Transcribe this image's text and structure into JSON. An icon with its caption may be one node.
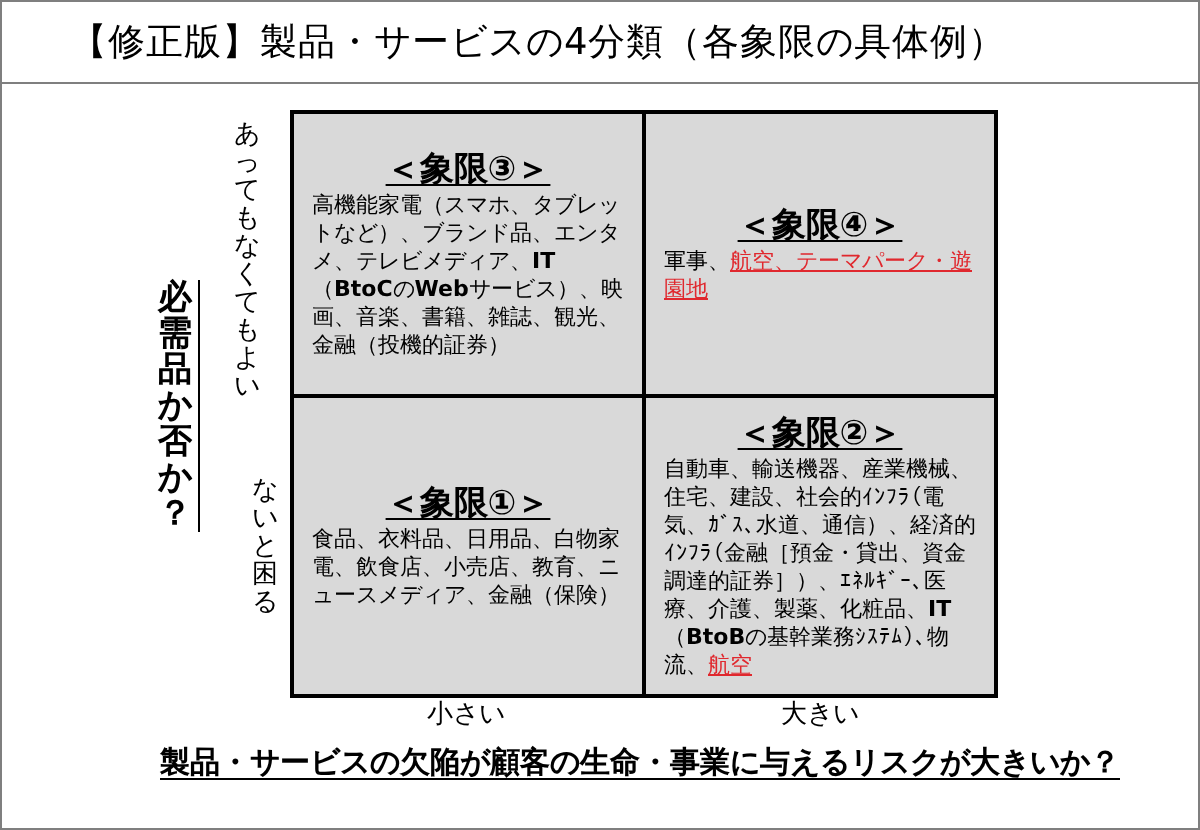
{
  "diagram": {
    "title": "【修正版】製品・サービスの4分類（各象限の具体例）",
    "nodes": [
      {
        "text": [
          "＜象限③＞",
          "高機能家電（スマホ、タブレットなど）、ブランド品、エンタメ、テレビメディア、**IT**（**BtoC**の**Web**サービス）、映画、音楽、書籍、雑誌、観光、金融（投機的証券）"
        ]
      },
      {
        "text": [
          "＜象限④＞",
          "軍事、*航空、テーマパーク・遊園地*"
        ]
      },
      {
        "text": [
          "＜象限①＞",
          "食品、衣料品、日用品、白物家電、飲食店、小売店、教育、ニュースメディア、金融（保険）"
        ]
      },
      {
        "text": [
          "＜象限②＞",
          "自動車、輸送機器、産業機械、住宅、建設、社会的ｲﾝﾌﾗ（電気、ｶﾞｽ、水道、通信）、経済的ｲﾝﾌﾗ（金融［預金・貸出、資金調達的証券］）、ｴﾈﾙｷﾞｰ、医療、介護、製薬、化粧品、**IT**（**BtoB**の基幹業務ｼｽﾃﾑ）、物流、*航空*"
        ]
      }
    ],
    "labels": [
      "必需品か否か？",
      "あってもなくてもよい",
      "ないと困る",
      "小さい",
      "大きい",
      "製品・サービスの欠陥が顧客の生命・事業に与えるリスクが大きいか？"
    ]
  }
}
